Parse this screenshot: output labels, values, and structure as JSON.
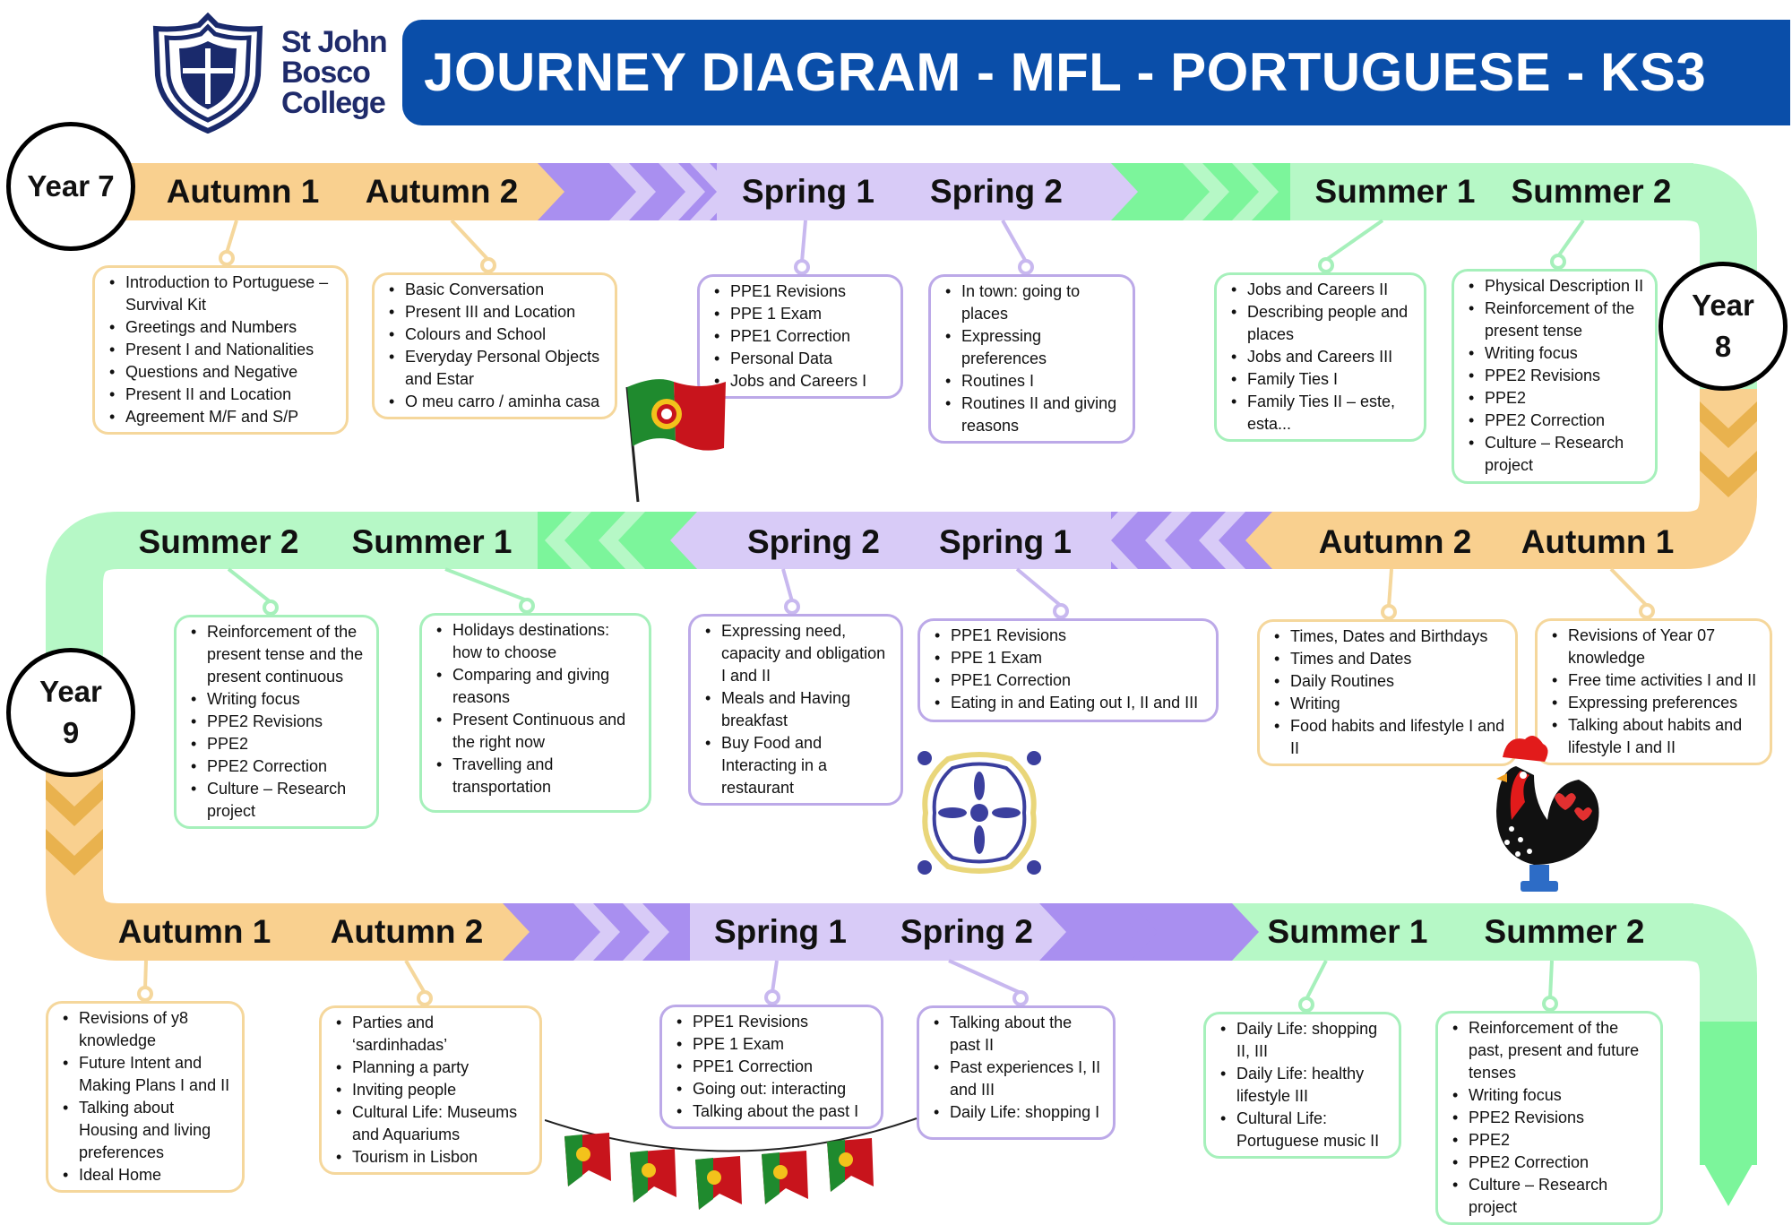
{
  "logo": {
    "line1": "St John",
    "line2": "Bosco",
    "line3": "College"
  },
  "header": {
    "title": "JOURNEY DIAGRAM - MFL - PORTUGUESE - KS3"
  },
  "colors": {
    "orange": "#f9d08f",
    "orange_dark": "#e9b24e",
    "purple_dark": "#a98ff0",
    "purple_light": "#d8cbf7",
    "green_bright": "#7cf59b",
    "green_light": "#b6f8c6",
    "title_blue": "#0a4ea9"
  },
  "years": [
    {
      "word": "Year",
      "num": "7"
    },
    {
      "word": "Year",
      "num": "8"
    },
    {
      "word": "Year",
      "num": "9"
    }
  ],
  "rows": [
    {
      "terms": [
        "Autumn 1",
        "Autumn 2",
        "Spring 1",
        "Spring 2",
        "Summer 1",
        "Summer 2"
      ],
      "boxes": [
        {
          "items": [
            "Introduction to Portuguese – Survival Kit",
            "Greetings and Numbers",
            "Present I and Nationalities",
            "Questions and Negative",
            "Present II and Location",
            "Agreement M/F and S/P"
          ]
        },
        {
          "items": [
            "Basic Conversation",
            "Present III and Location",
            "Colours and School",
            "Everyday Personal Objects and Estar",
            "O meu carro / aminha casa"
          ]
        },
        {
          "items": [
            "PPE1 Revisions",
            "PPE 1 Exam",
            "PPE1 Correction",
            "Personal Data",
            "Jobs and Careers I"
          ]
        },
        {
          "items": [
            "In town: going to places",
            "Expressing preferences",
            "Routines I",
            "Routines II and giving reasons"
          ]
        },
        {
          "items": [
            "Jobs and Careers II",
            "Describing people and places",
            "Jobs and Careers III",
            "Family Ties I",
            "Family Ties II – este, esta..."
          ]
        },
        {
          "items": [
            "Physical Description II",
            "Reinforcement of the present tense",
            "Writing focus",
            "PPE2 Revisions",
            "PPE2",
            "PPE2 Correction",
            "Culture – Research project"
          ]
        }
      ]
    },
    {
      "terms": [
        "Summer 2",
        "Summer 1",
        "Spring 2",
        "Spring 1",
        "Autumn 2",
        "Autumn 1"
      ],
      "boxes": [
        {
          "items": [
            "Reinforcement of the present tense and the present continuous",
            "Writing focus",
            "PPE2 Revisions",
            "PPE2",
            "PPE2 Correction",
            "Culture – Research project"
          ]
        },
        {
          "items": [
            "Holidays destinations: how to choose",
            "Comparing and giving reasons",
            "Present Continuous and the right now",
            "Travelling and transportation"
          ]
        },
        {
          "items": [
            "Expressing need, capacity and obligation I and II",
            "Meals and Having breakfast",
            "Buy Food and Interacting in a restaurant"
          ]
        },
        {
          "items": [
            "PPE1 Revisions",
            "PPE 1 Exam",
            "PPE1 Correction",
            "Eating in and Eating out I, II and III"
          ]
        },
        {
          "items": [
            "Times, Dates and Birthdays",
            "Times and Dates",
            "Daily Routines",
            "Writing",
            "Food habits and lifestyle I and II"
          ]
        },
        {
          "items": [
            "Revisions of Year 07 knowledge",
            "Free time activities I and II",
            "Expressing preferences",
            "Talking about habits and lifestyle I and II"
          ]
        }
      ]
    },
    {
      "terms": [
        "Autumn 1",
        "Autumn 2",
        "Spring 1",
        "Spring 2",
        "Summer 1",
        "Summer 2"
      ],
      "boxes": [
        {
          "items": [
            "Revisions of y8 knowledge",
            "Future Intent and Making Plans I and II",
            "Talking about Housing and living preferences",
            "Ideal Home"
          ]
        },
        {
          "items": [
            "Parties and ‘sardinhadas’",
            "Planning a party",
            "Inviting people",
            "Cultural Life: Museums and Aquariums",
            "Tourism in Lisbon"
          ]
        },
        {
          "items": [
            "PPE1 Revisions",
            "PPE 1 Exam",
            "PPE1 Correction",
            "Going out: interacting",
            "Talking about the past I"
          ]
        },
        {
          "items": [
            "Talking about the past II",
            "Past experiences I, II and III",
            "Daily Life: shopping I"
          ]
        },
        {
          "items": [
            "Daily Life: shopping II, III",
            "Daily Life: healthy lifestyle III",
            "Cultural Life: Portuguese music II"
          ]
        },
        {
          "items": [
            "Reinforcement of the past, present and future tenses",
            "Writing focus",
            "PPE2 Revisions",
            "PPE2",
            "PPE2 Correction",
            "Culture – Research project"
          ]
        }
      ]
    }
  ]
}
